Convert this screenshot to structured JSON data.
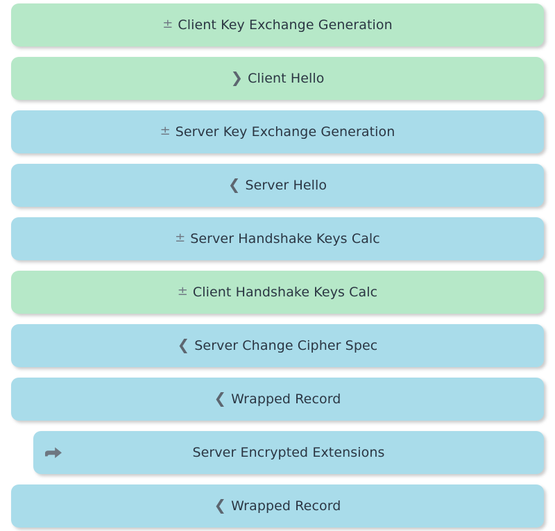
{
  "view": {
    "name": "tls-handshake-message-list",
    "background_color": "#ffffff",
    "client_color": "#b6e8c8",
    "server_color": "#a9dcea",
    "text_color": "#2b3643",
    "glyph_color": "#6a7480",
    "pointer_color": "#6e7781"
  },
  "legend": {
    "generation_glyph": "±",
    "outgoing_glyph": "❯",
    "incoming_glyph": "❮",
    "pointer_icon": "arrow-right-icon"
  },
  "rows": [
    {
      "id": "client-key-exchange-generation",
      "glyph": "±",
      "glyph_kind": "pm",
      "label": "Client Key Exchange Generation",
      "side": "client",
      "color": "#b6e8c8",
      "pointer": false,
      "indented": false
    },
    {
      "id": "client-hello",
      "glyph": "❯",
      "glyph_kind": "chev",
      "label": "Client Hello",
      "side": "client",
      "color": "#b6e8c8",
      "pointer": false,
      "indented": false
    },
    {
      "id": "server-key-exchange-generation",
      "glyph": "±",
      "glyph_kind": "pm",
      "label": "Server Key Exchange Generation",
      "side": "server",
      "color": "#a9dcea",
      "pointer": false,
      "indented": false
    },
    {
      "id": "server-hello",
      "glyph": "❮",
      "glyph_kind": "chev",
      "label": "Server Hello",
      "side": "server",
      "color": "#a9dcea",
      "pointer": false,
      "indented": false
    },
    {
      "id": "server-handshake-keys-calc",
      "glyph": "±",
      "glyph_kind": "pm",
      "label": "Server Handshake Keys Calc",
      "side": "server",
      "color": "#a9dcea",
      "pointer": false,
      "indented": false
    },
    {
      "id": "client-handshake-keys-calc",
      "glyph": "±",
      "glyph_kind": "pm",
      "label": "Client Handshake Keys Calc",
      "side": "client",
      "color": "#b6e8c8",
      "pointer": false,
      "indented": false
    },
    {
      "id": "server-change-cipher-spec",
      "glyph": "❮",
      "glyph_kind": "chev",
      "label": "Server Change Cipher Spec",
      "side": "server",
      "color": "#a9dcea",
      "pointer": false,
      "indented": false
    },
    {
      "id": "wrapped-record-1",
      "glyph": "❮",
      "glyph_kind": "chev",
      "label": "Wrapped Record",
      "side": "server",
      "color": "#a9dcea",
      "pointer": false,
      "indented": false
    },
    {
      "id": "server-encrypted-extensions",
      "glyph": "",
      "glyph_kind": "empty",
      "label": "Server Encrypted Extensions",
      "side": "server",
      "color": "#a9dcea",
      "pointer": true,
      "indented": true
    },
    {
      "id": "wrapped-record-2",
      "glyph": "❮",
      "glyph_kind": "chev",
      "label": "Wrapped Record",
      "side": "server",
      "color": "#a9dcea",
      "pointer": false,
      "indented": false
    }
  ]
}
